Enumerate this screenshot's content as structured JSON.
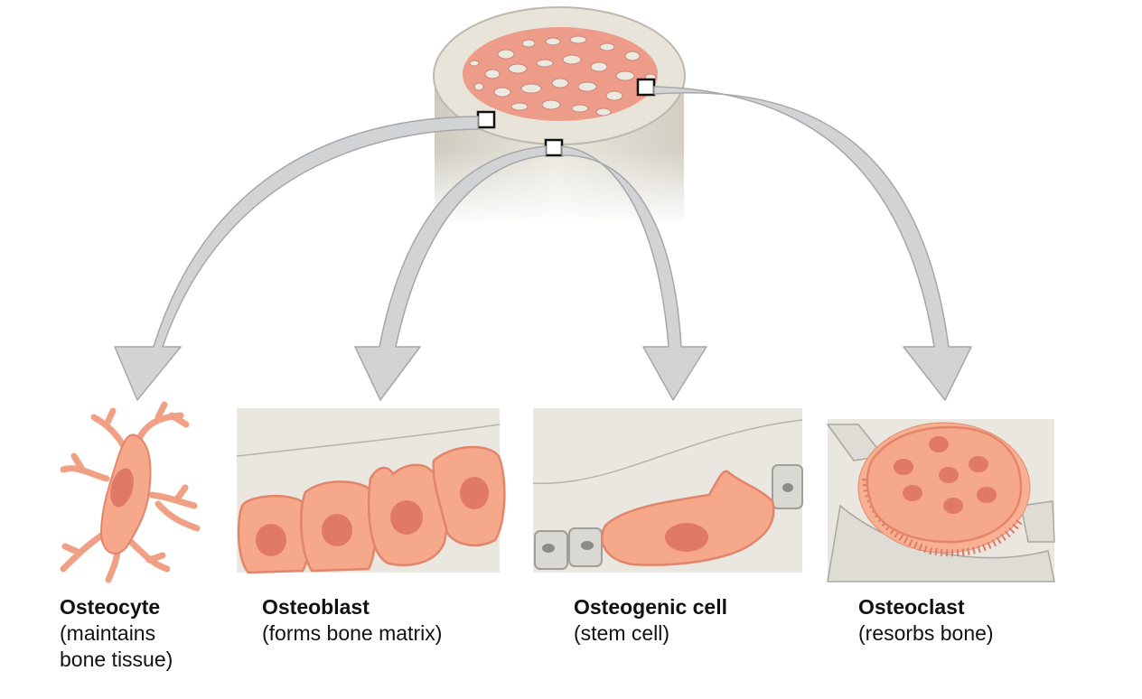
{
  "cells": [
    {
      "name": "Osteocyte",
      "desc_lines": [
        "(maintains",
        "bone tissue)"
      ]
    },
    {
      "name": "Osteoblast",
      "desc_lines": [
        "(forms bone matrix)"
      ]
    },
    {
      "name": "Osteogenic cell",
      "desc_lines": [
        "(stem cell)"
      ]
    },
    {
      "name": "Osteoclast",
      "desc_lines": [
        "(resorbs bone)"
      ]
    }
  ],
  "colors": {
    "cell_fill": "#f5a88a",
    "cell_stroke": "#e2856a",
    "nucleus": "#e07a66",
    "spongy_bone": "#ee9c8a",
    "compact_bone": "#e8e4da",
    "arrow_fill": "#d2d3d5",
    "arrow_stroke": "#a8a9ab",
    "tissue_bg": "#e9e7e0"
  }
}
